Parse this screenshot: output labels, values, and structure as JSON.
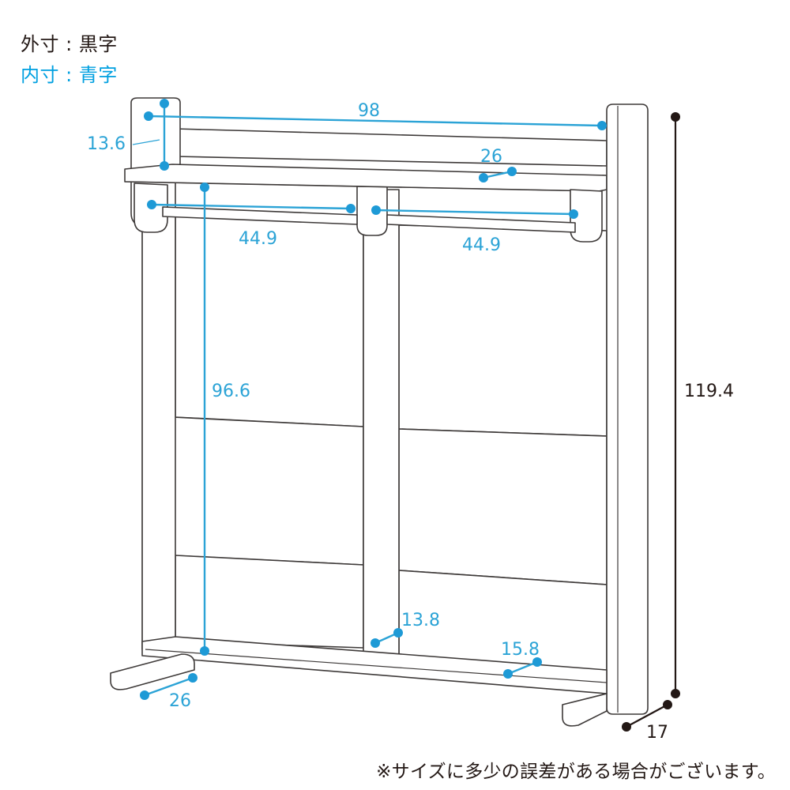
{
  "legend": {
    "outer": "外寸 : 黒字",
    "inner": "内寸 : 青字"
  },
  "dimensions": {
    "inner": {
      "top_width": "98",
      "top_shelf_height": "13.6",
      "shelf_depth": "26",
      "left_rod_width": "44.9",
      "right_rod_width": "44.9",
      "hanging_height": "96.6",
      "base_divider_depth": "13.8",
      "base_depth": "15.8",
      "foot_depth": "26"
    },
    "outer": {
      "total_height": "119.4",
      "total_depth": "17"
    }
  },
  "note": "※サイズに多少の誤差がある場合がございます。",
  "colors": {
    "inner_dimension": "#2ba3d6",
    "outer_dimension": "#231815",
    "line": "#3e3a39"
  }
}
